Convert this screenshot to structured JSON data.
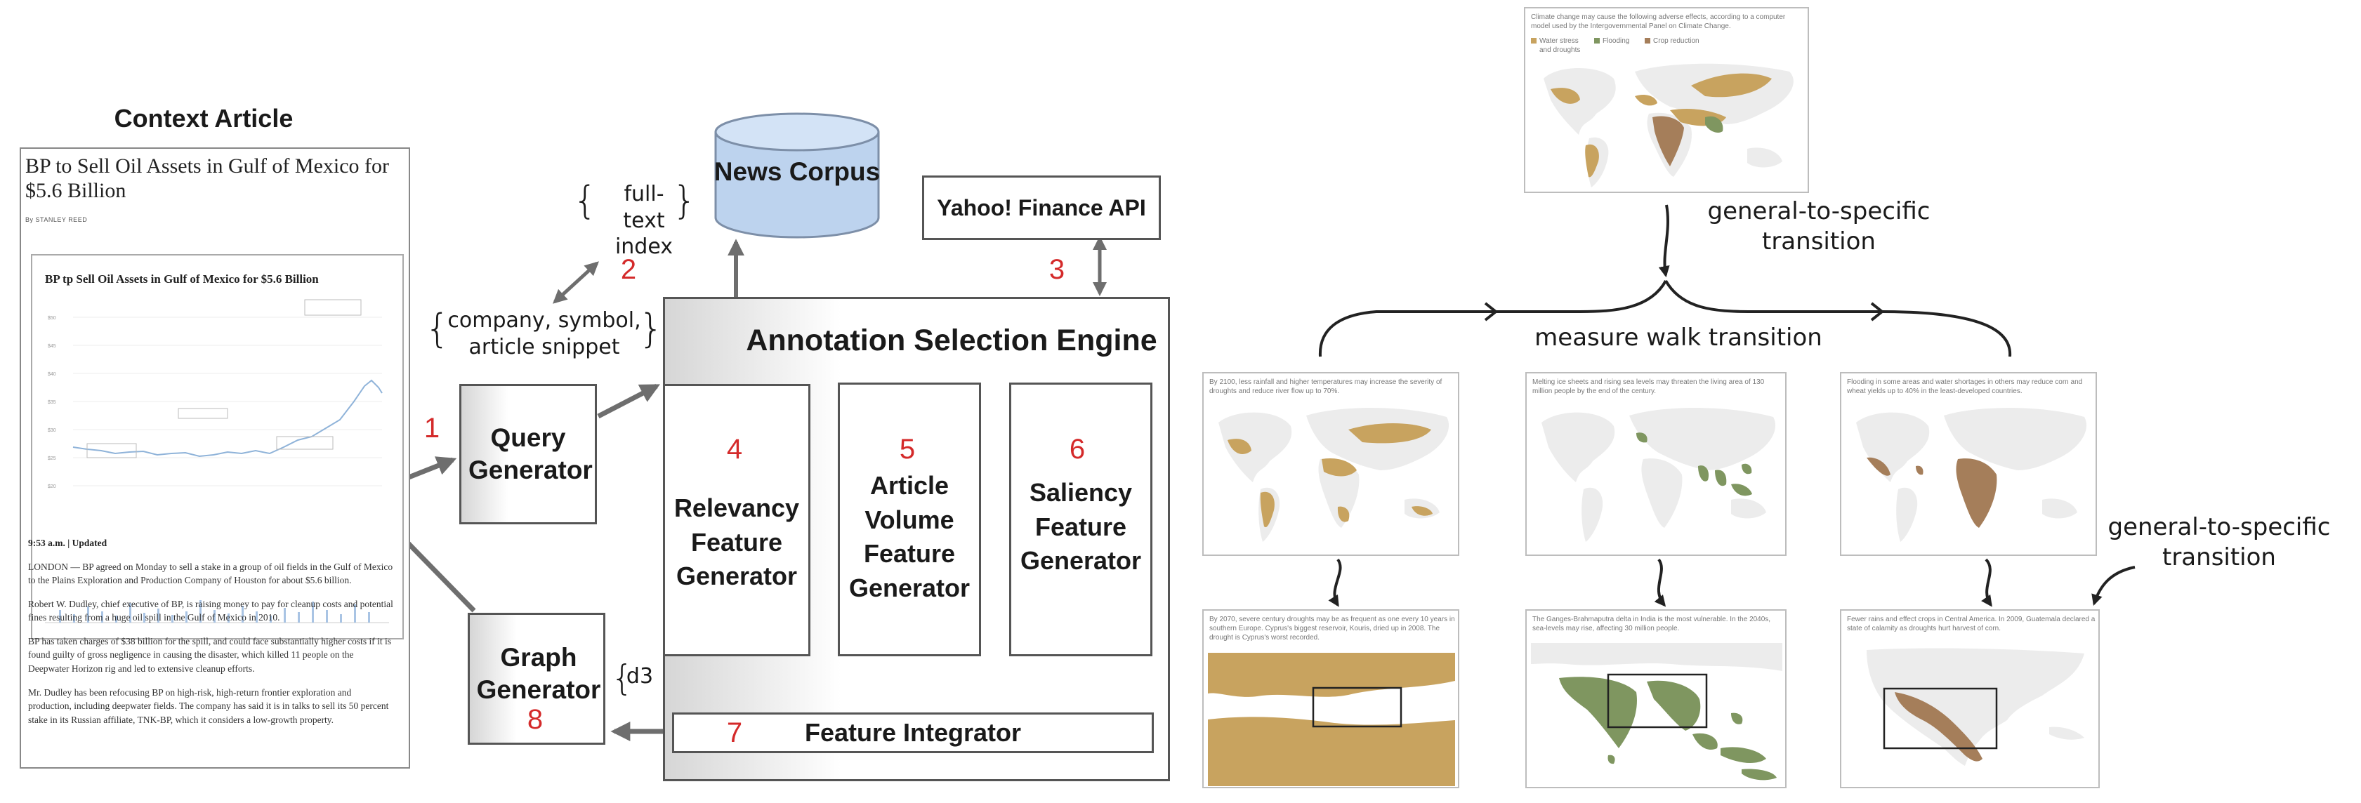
{
  "left_diagram": {
    "context_heading": "Context Article",
    "article": {
      "headline": "BP to Sell Oil Assets in Gulf of Mexico for $5.6 Billion",
      "byline": "By STANLEY REED",
      "chart_title": "BP tp Sell Oil Assets in Gulf of Mexico for $5.6 Billion",
      "timestamp": "9:53 a.m. | Updated",
      "paragraph1": "LONDON — BP agreed on Monday to sell a stake in a group of oil fields in the Gulf of Mexico to the Plains Exploration and Production Company of Houston for about $5.6 billion.",
      "paragraph2": "Robert W. Dudley, chief executive of BP, is raising money to pay for cleanup costs and potential fines resulting from a huge oil spill in the Gulf of Mexico in 2010.",
      "paragraph3": "BP has taken charges of $38 billion for the spill, and could face substantially higher costs if it is found guilty of gross negligence in causing the disaster, which killed 11 people on the Deepwater Horizon rig and led to extensive cleanup efforts.",
      "paragraph4": "Mr. Dudley has been refocusing BP on high-risk, high-return frontier exploration and production, including deepwater fields. The company has said it is in talks to sell its 50 percent stake in its Russian affiliate, TNK-BP, which it considers a low-growth property."
    },
    "news_corpus": "News Corpus",
    "full_text_index": "full-text index",
    "query_terms": "company, symbol, article snippet",
    "yahoo_api": "Yahoo! Finance API",
    "engine_title": "Annotation Selection Engine",
    "query_generator": "Query Generator",
    "graph_generator": "Graph Generator",
    "d3_label": "d3",
    "relevancy": "Relevancy Feature Generator",
    "article_volume": "Article Volume Feature Generator",
    "saliency": "Saliency Feature Generator",
    "feature_integrator": "Feature Integrator",
    "numbers": [
      "1",
      "2",
      "3",
      "4",
      "5",
      "6",
      "7",
      "8"
    ]
  },
  "right_diagram": {
    "general_to_specific": "general-to-specific transition",
    "measure_walk": "measure walk transition",
    "top_map_caption": "Climate change may cause the following adverse effects, according to a computer model used by the Intergovernmental Panel on Climate Change.",
    "top_map_legend": [
      "Water stress and droughts",
      "Flooding",
      "Crop reduction"
    ],
    "mid_captions": [
      "By 2100, less rainfall and higher temperatures may increase the severity of droughts and reduce river flow up to 70%.",
      "Melting ice sheets and rising sea levels may threaten the living area of 130 million people by the end of the century.",
      "Flooding in some areas and water shortages in others may reduce corn and wheat yields up to 40% in the least-developed countries."
    ],
    "bottom_captions": [
      "By 2070, severe century droughts may be as frequent as one every 10 years in southern Europe. Cyprus's biggest reservoir, Kouris, dried up in 2008. The drought is Cyprus's worst recorded.",
      "The Ganges-Brahmaputra delta in India is the most vulnerable. In the 2040s, sea-levels may rise, affecting 30 million people.",
      "Fewer rains and effect crops in Central America. In 2009, Guatemala declared a state of calamity as droughts hurt harvest of corn."
    ],
    "colors": {
      "drought": "#c8a35f",
      "flood": "#7f9660",
      "crop": "#a57e5a",
      "land": "#ececec",
      "ocean": "#ffffff"
    }
  },
  "palette": {
    "accent_red": "#d42a2a",
    "corpus_blue": "#bdd3ee",
    "border_gray": "#555555",
    "arrow_gray": "#6e6e6e"
  }
}
